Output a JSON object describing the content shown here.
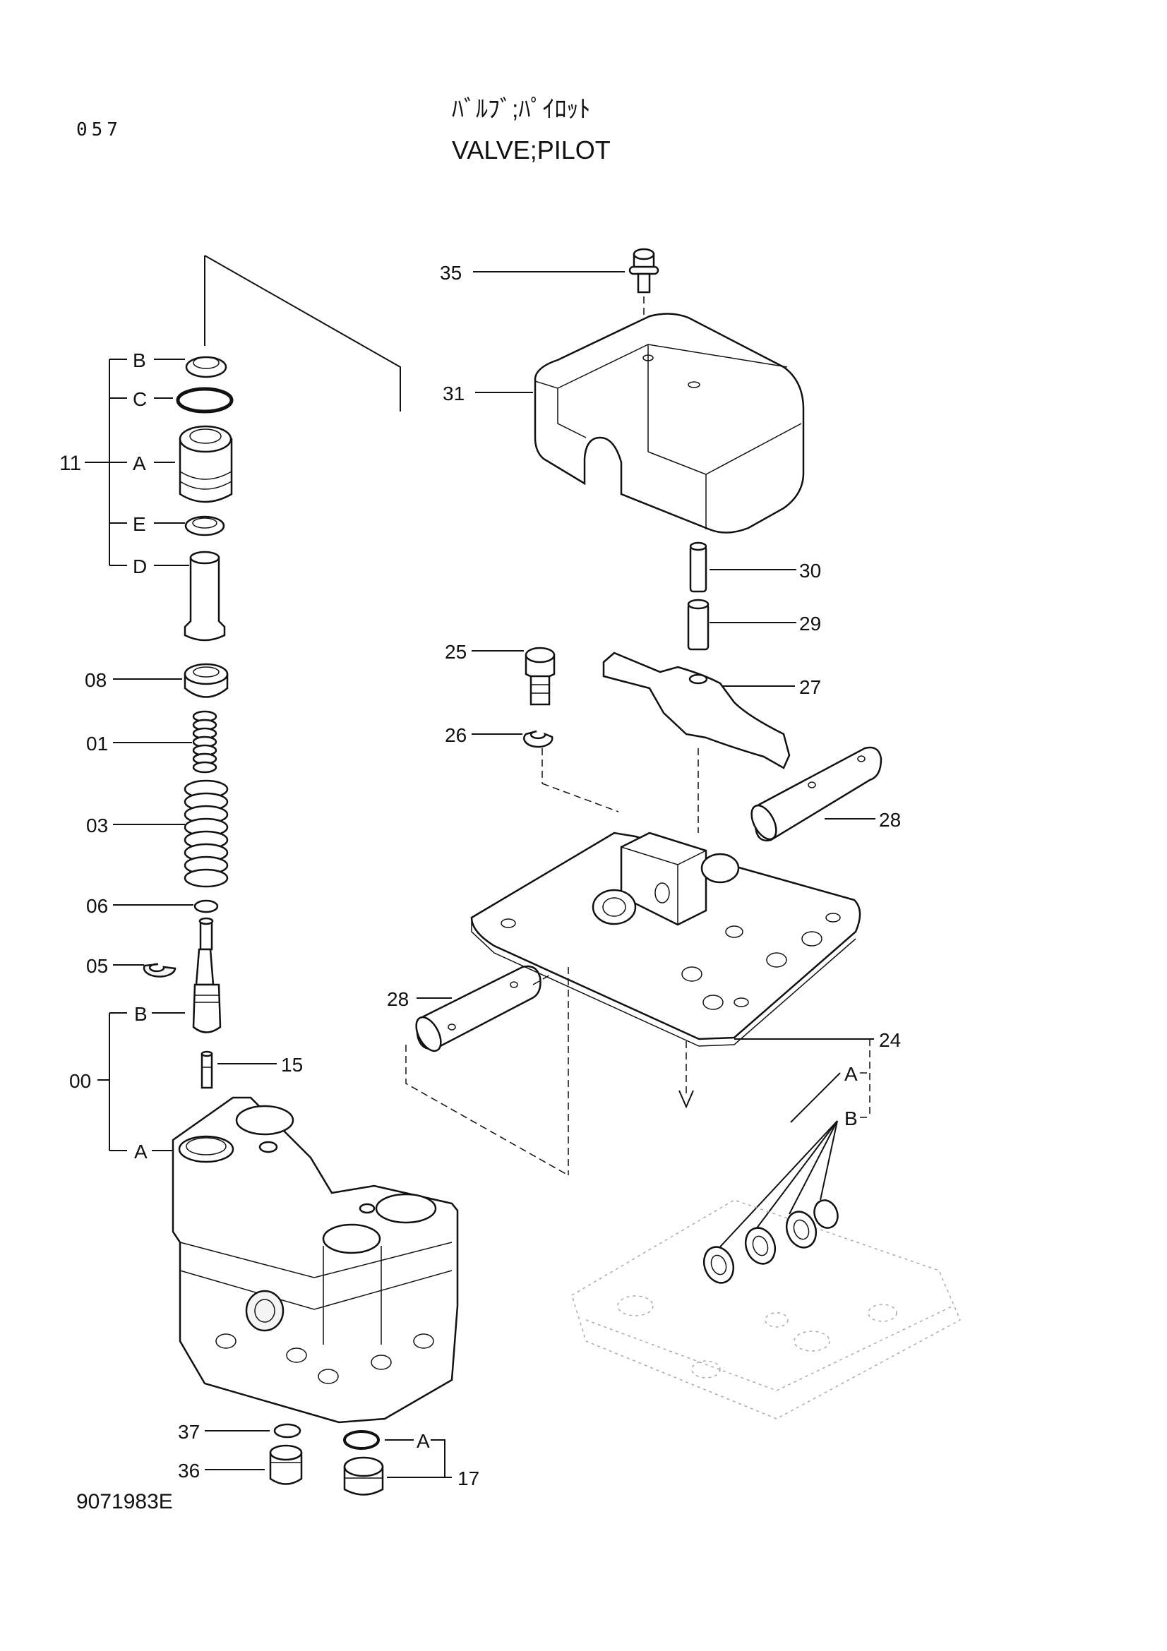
{
  "page": {
    "page_number": "057",
    "title_jp": "ﾊﾞﾙﾌﾞ;ﾊﾟｲﾛｯﾄ",
    "title_en": "VALVE;PILOT",
    "drawing_number": "9071983E"
  },
  "callouts": {
    "c35": "35",
    "c31": "31",
    "c30": "30",
    "c29": "29",
    "c25": "25",
    "c27": "27",
    "c26": "26",
    "c28a": "28",
    "c28b": "28",
    "c24": "24",
    "c24A": "A",
    "c24B": "B",
    "c11": "11",
    "c11B": "B",
    "c11C": "C",
    "c11A": "A",
    "c11E": "E",
    "c11D": "D",
    "c08": "08",
    "c01": "01",
    "c03": "03",
    "c06": "06",
    "c05": "05",
    "c00": "00",
    "c00B": "B",
    "c00A": "A",
    "c15": "15",
    "c37": "37",
    "c36": "36",
    "c17": "17",
    "c17A": "A"
  }
}
